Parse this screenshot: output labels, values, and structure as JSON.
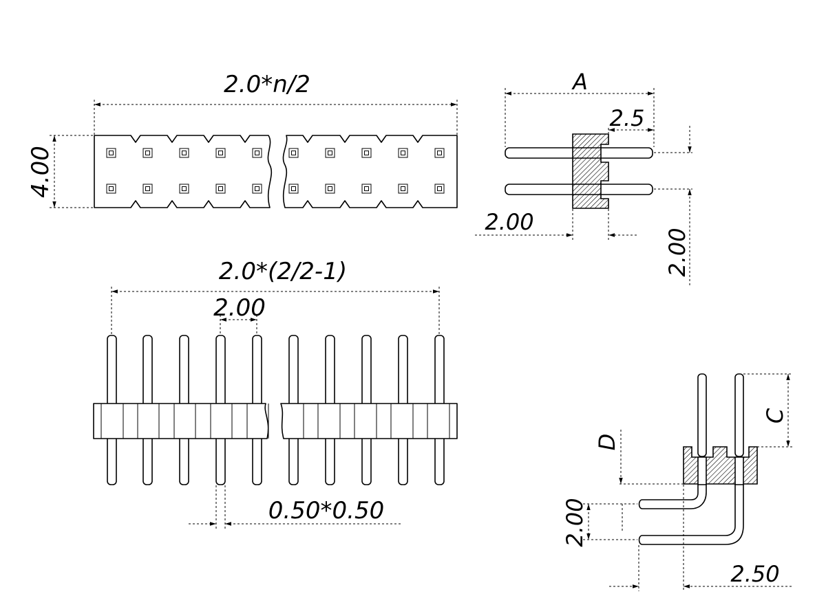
{
  "top_view": {
    "width_dim": "2.0*n/2",
    "height_dim": "4.00"
  },
  "side_view": {
    "overall_dim": "A",
    "tail_dim": "2.5",
    "body_dim": "2.00",
    "pitch_dim": "2.00"
  },
  "front_view": {
    "span_dim": "2.0*(2/2-1)",
    "pitch_dim": "2.00",
    "pin_size_dim": "0.50*0.50"
  },
  "right_angle_view": {
    "pin_length_dim": "C",
    "body_height_dim": "D",
    "pitch_dim": "2.00",
    "offset_dim": "2.50"
  }
}
